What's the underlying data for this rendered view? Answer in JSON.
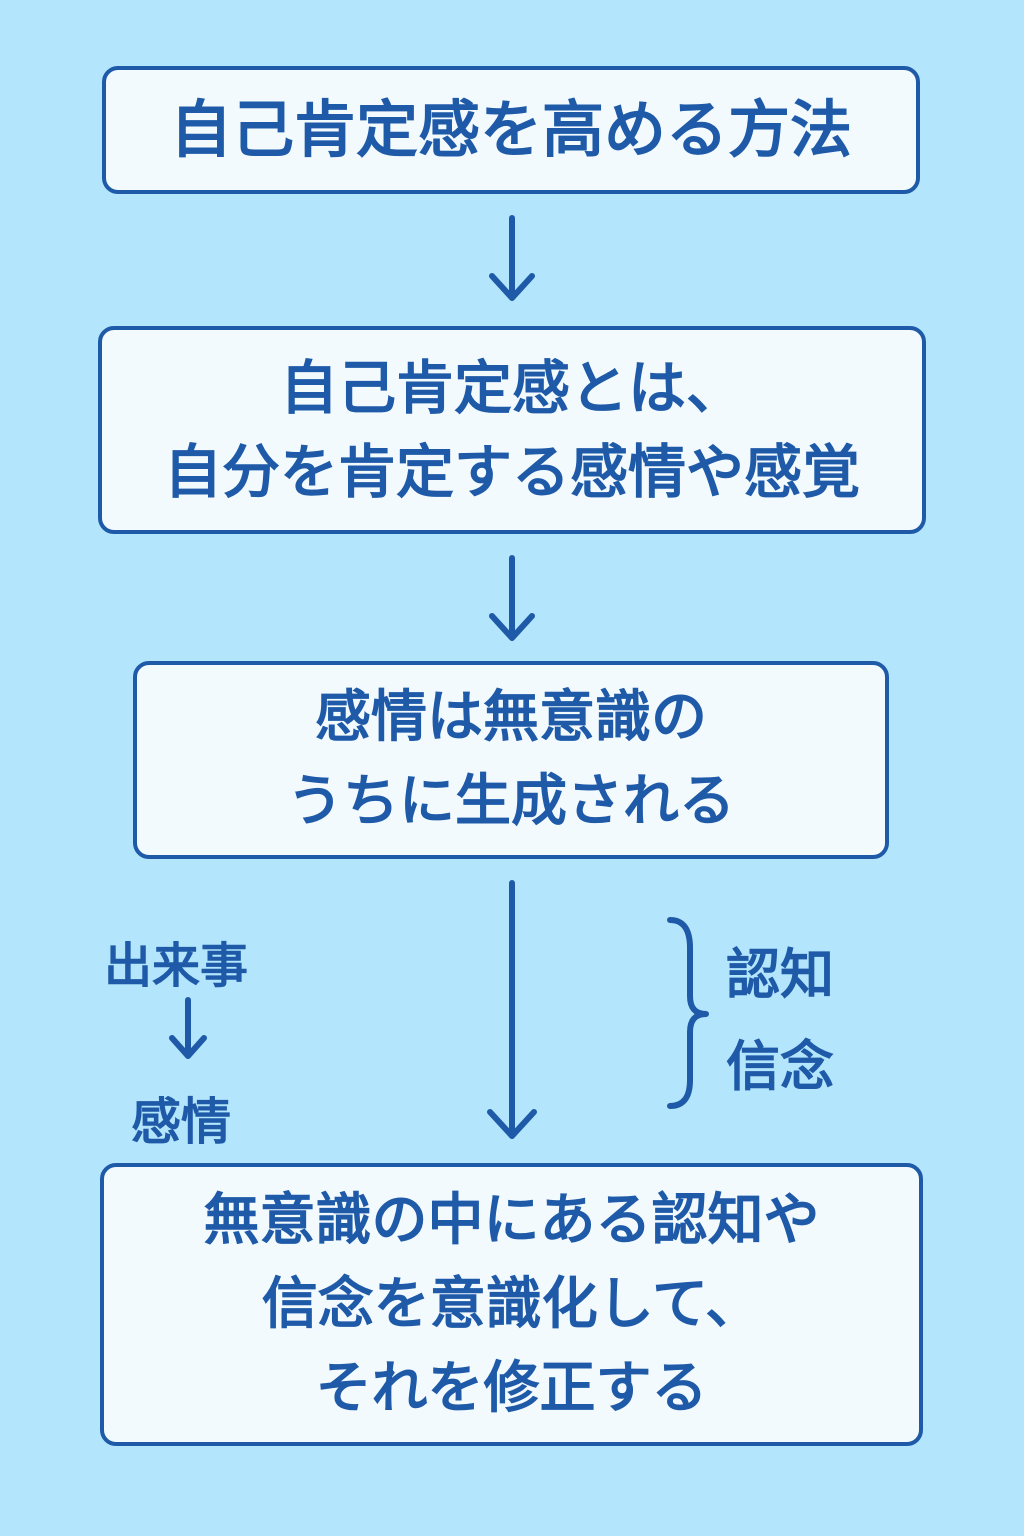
{
  "steps": [
    {
      "lines": [
        "自己肯定感を高める方法"
      ]
    },
    {
      "lines": [
        "自己肯定感とは、",
        "自分を肯定する感情や感覚"
      ]
    },
    {
      "lines": [
        "感情は無意識の",
        "うちに生成される"
      ]
    },
    {
      "lines": [
        "無意識の中にある認知や",
        "信念を意識化して、",
        "それを修正する"
      ]
    }
  ],
  "side_left": {
    "top": "出来事",
    "bottom": "感情"
  },
  "side_right": {
    "line1": "認知",
    "line2": "信念"
  },
  "colors": {
    "background": "#b3e5fc",
    "box_fill": "#f3fafe",
    "accent": "#1e5aa8"
  }
}
